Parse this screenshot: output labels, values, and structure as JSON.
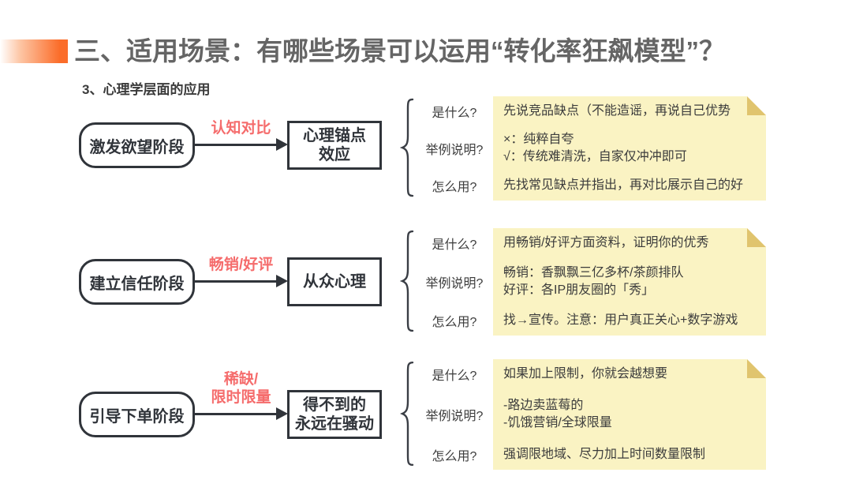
{
  "slide": {
    "title": "三、适用场景：有哪些场景可以运用“转化率狂飙模型”？",
    "subtitle": "3、心理学层面的应用"
  },
  "colors": {
    "accent_orange": "#fb6d2a",
    "method_red": "#f56c6c",
    "note_bg": "#faf3c3",
    "note_fold": "#e0c46e",
    "ink": "#30343a"
  },
  "rows": [
    {
      "stage": "激发欲望阶段",
      "method": "认知对比",
      "effect": "心理锚点\n效应",
      "questions": [
        "是什么?",
        "举例说明?",
        "怎么用?"
      ],
      "note": [
        "先说竞品缺点（不能造谣，再说自己优势",
        "×：纯粹自夸\n√：传统难清洗，自家仅冲冲即可",
        "先找常见缺点并指出，再对比展示自己的好"
      ]
    },
    {
      "stage": "建立信任阶段",
      "method": "畅销/好评",
      "effect": "从众心理",
      "questions": [
        "是什么?",
        "举例说明?",
        "怎么用?"
      ],
      "note": [
        "用畅销/好评方面资料，证明你的优秀",
        "畅销：香飘飘三亿多杯/茶颜排队\n好评：各IP朋友圈的「秀」",
        "找→宣传。注意：用户真正关心+数字游戏"
      ]
    },
    {
      "stage": "引导下单阶段",
      "method": "稀缺/\n限时限量",
      "effect": "得不到的\n永远在骚动",
      "questions": [
        "是什么?",
        "举例说明?",
        "怎么用?"
      ],
      "note": [
        "如果加上限制，你就会越想要",
        "-路边卖蓝莓的\n-饥饿营销/全球限量",
        "强调限地域、尽力加上时间数量限制"
      ]
    }
  ]
}
